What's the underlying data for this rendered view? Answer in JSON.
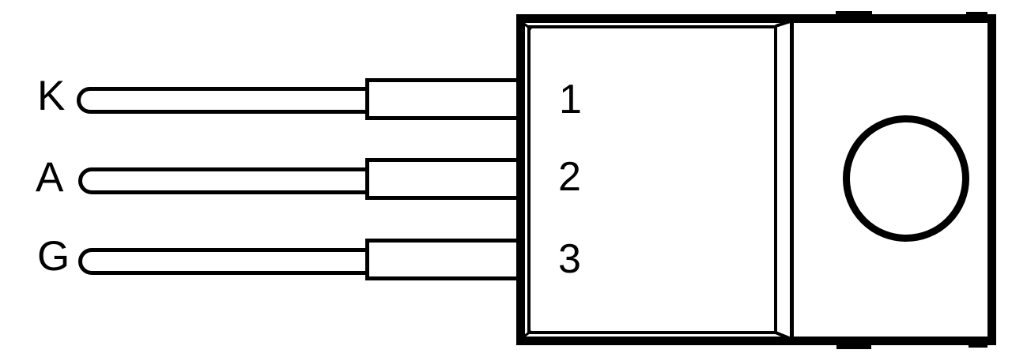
{
  "diagram": {
    "type": "component-pinout",
    "background_color": "#ffffff",
    "line_color": "#000000",
    "pins": [
      {
        "label": "K",
        "number": "1"
      },
      {
        "label": "A",
        "number": "2"
      },
      {
        "label": "G",
        "number": "3"
      }
    ],
    "features": {
      "mounting_hole": "circle",
      "package_style": "TO-220-like body with metal tab"
    }
  }
}
